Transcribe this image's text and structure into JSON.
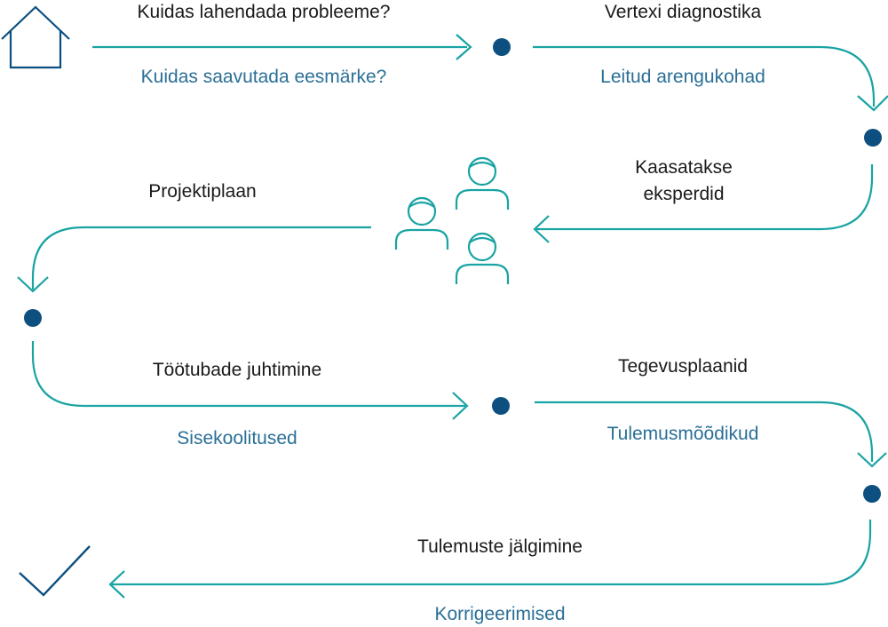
{
  "colors": {
    "teal": "#1aa3a3",
    "navy": "#0d4f7f",
    "text_dark": "#1a1a1a",
    "text_blue": "#2a6f97"
  },
  "icons": {
    "start": "house-icon",
    "experts": "people-group-icon",
    "finish": "checkmark-icon"
  },
  "steps": [
    {
      "title": "Kuidas lahendada probleeme?",
      "subtitle": "Kuidas saavutada eesmärke?"
    },
    {
      "title": "Vertexi diagnostika",
      "subtitle": "Leitud arengukohad"
    },
    {
      "title_line1": "Kaasatakse",
      "title_line2": "eksperdid"
    },
    {
      "title": "Projektiplaan"
    },
    {
      "title": "Töötubade juhtimine",
      "subtitle": "Sisekoolitused"
    },
    {
      "title": "Tegevusplaanid",
      "subtitle": "Tulemusmõõdikud"
    },
    {
      "title": "Tulemuste jälgimine",
      "subtitle": "Korrigeerimised"
    }
  ]
}
